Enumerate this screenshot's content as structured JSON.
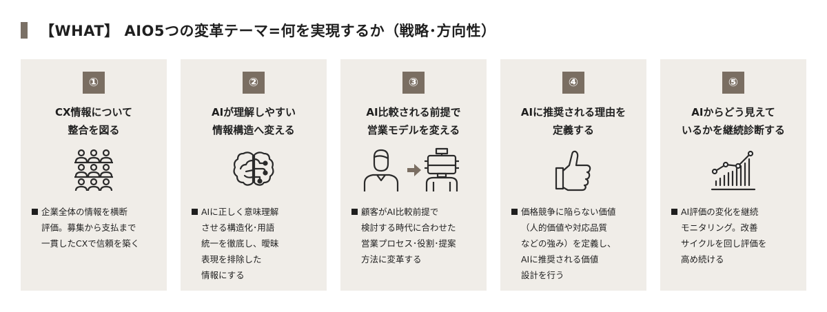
{
  "header": {
    "title": "【WHAT】 AIO5つの変革テーマ=何を実現するか（戦略･方向性）"
  },
  "cards": [
    {
      "number": "①",
      "title_lines": [
        "CX情報について",
        "整合を図る"
      ],
      "icon": "people-group-icon",
      "desc_lines": [
        "企業全体の情報を横断",
        "評価。募集から支払まで",
        "一貫したCXで信頼を築く"
      ]
    },
    {
      "number": "②",
      "title_lines": [
        "AIが理解しやすい",
        "情報構造へ変える"
      ],
      "icon": "brain-icon",
      "desc_lines": [
        "AIに正しく意味理解",
        "させる構造化･用語",
        "統一を徹底し、曖昧",
        "表現を排除した",
        "情報にする"
      ]
    },
    {
      "number": "③",
      "title_lines": [
        "AI比較される前提で",
        "営業モデルを変える"
      ],
      "icon": "person-to-robot-icon",
      "desc_lines": [
        "顧客がAI比較前提で",
        "検討する時代に合わせた",
        "営業プロセス･役割･提案",
        "方法に変革する"
      ]
    },
    {
      "number": "④",
      "title_lines": [
        "AIに推奨される理由を",
        "定義する"
      ],
      "icon": "thumbs-up-icon",
      "desc_lines": [
        "価格競争に陥らない価値",
        "（人的価値や対応品質",
        "などの強み）を定義し、",
        "AIに推奨される価値",
        "設計を行う"
      ]
    },
    {
      "number": "⑤",
      "title_lines": [
        "AIからどう見えて",
        "いるかを継続診断する"
      ],
      "icon": "growth-chart-icon",
      "desc_lines": [
        "AI評価の変化を継続",
        "モニタリング。改善",
        "サイクルを回し評価を",
        "高め続ける"
      ]
    }
  ]
}
